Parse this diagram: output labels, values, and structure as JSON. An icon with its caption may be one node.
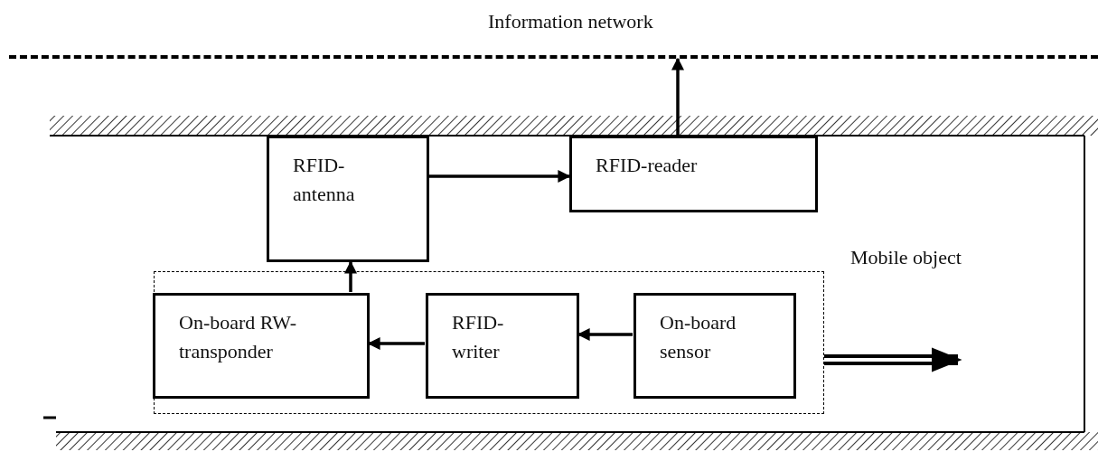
{
  "diagram": {
    "nodes": [
      {
        "text": [
          "Information network"
        ]
      },
      {
        "text": [
          "RFID- antenna"
        ]
      },
      {
        "text": [
          "RFID-reader"
        ]
      },
      {
        "text": [
          "Mobile object"
        ]
      },
      {
        "text": [
          "On-board RW- transponder"
        ],
        "in": 3
      },
      {
        "text": [
          "RFID- writer"
        ],
        "in": 3
      },
      {
        "text": [
          "On-board sensor"
        ],
        "in": 3
      }
    ],
    "edges": [
      {
        "from": 1,
        "to": 2,
        "arrow": "to"
      },
      {
        "from": 2,
        "to": 0,
        "arrow": "to"
      },
      {
        "from": 4,
        "to": 1,
        "arrow": "to"
      },
      {
        "from": 5,
        "to": 4,
        "arrow": "to"
      },
      {
        "from": 6,
        "to": 5,
        "arrow": "to"
      },
      {
        "from": 3,
        "to": null,
        "arrow": "to",
        "style": "thick"
      }
    ]
  }
}
